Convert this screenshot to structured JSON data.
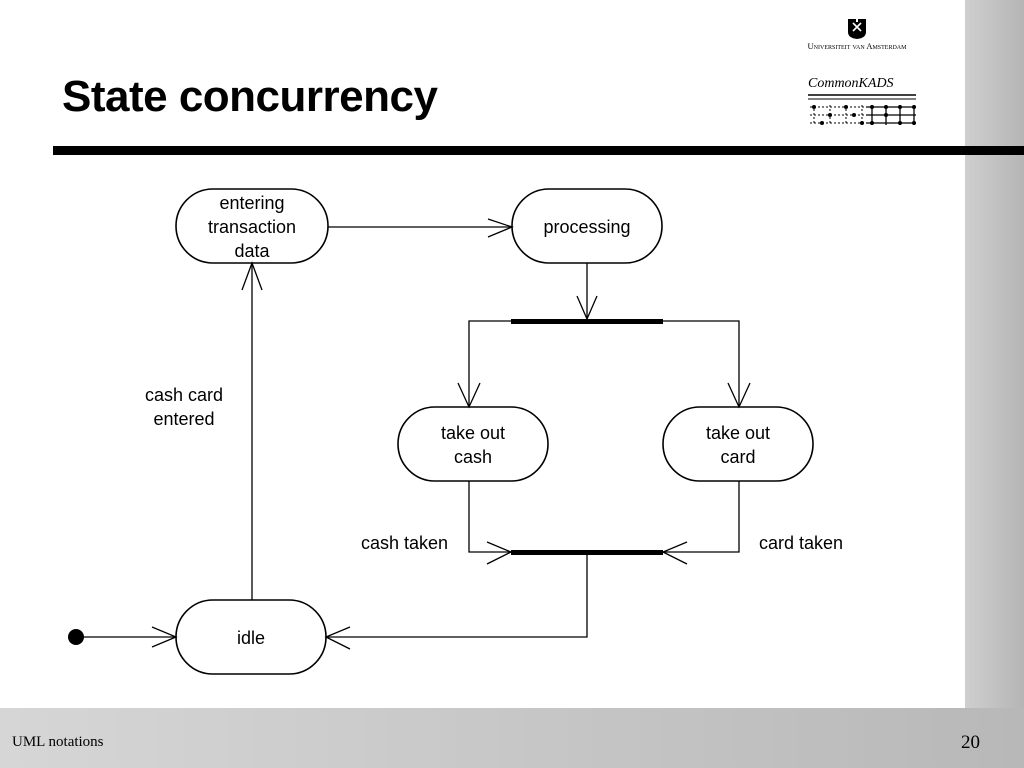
{
  "slide": {
    "title": "State concurrency",
    "footer_left": "UML notations",
    "page_number": "20"
  },
  "logos": {
    "university": "Universiteit van Amsterdam",
    "commonkads": "CommonKADS"
  },
  "diagram": {
    "states": {
      "entering": [
        "entering",
        "transaction",
        "data"
      ],
      "processing": [
        "processing"
      ],
      "take_cash": [
        "take out",
        "cash"
      ],
      "take_card": [
        "take out",
        "card"
      ],
      "idle": [
        "idle"
      ]
    },
    "transitions": {
      "cash_card_entered": [
        "cash card",
        "entered"
      ],
      "cash_taken": "cash taken",
      "card_taken": "card taken"
    }
  }
}
